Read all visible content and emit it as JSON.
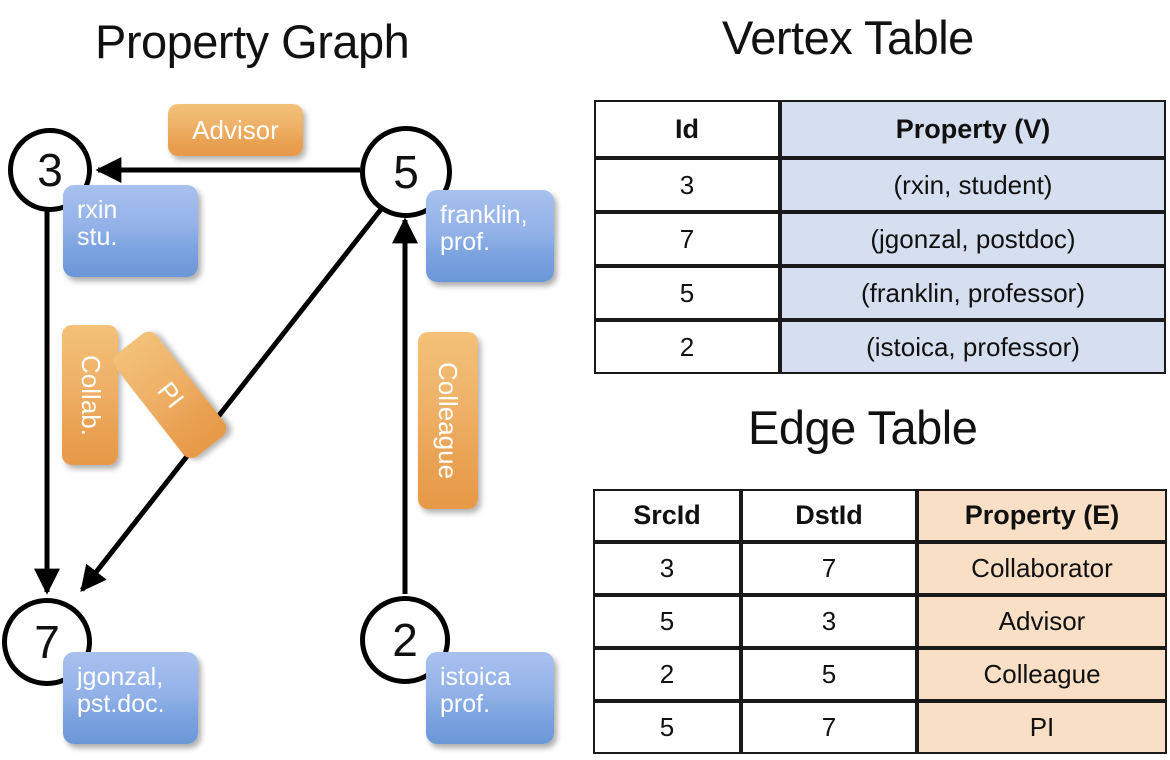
{
  "titles": {
    "property_graph": "Property Graph",
    "vertex_table": "Vertex Table",
    "edge_table": "Edge Table"
  },
  "graph": {
    "nodes": [
      {
        "id": "3",
        "property_lines": [
          "rxin",
          "stu."
        ]
      },
      {
        "id": "5",
        "property_lines": [
          "franklin,",
          "prof."
        ]
      },
      {
        "id": "7",
        "property_lines": [
          "jgonzal,",
          "pst.doc."
        ]
      },
      {
        "id": "2",
        "property_lines": [
          "istoica",
          "prof."
        ]
      }
    ],
    "edge_labels": [
      {
        "name": "advisor",
        "text": "Advisor",
        "orientation": "horizontal"
      },
      {
        "name": "collab",
        "text": "Collab.",
        "orientation": "vertical"
      },
      {
        "name": "pi",
        "text": "PI",
        "orientation": "diagonal"
      },
      {
        "name": "colleague",
        "text": "Colleague",
        "orientation": "vertical"
      }
    ],
    "edges": [
      {
        "from": "5",
        "to": "3",
        "label": "Advisor"
      },
      {
        "from": "3",
        "to": "7",
        "label": "Collab."
      },
      {
        "from": "5",
        "to": "7",
        "label": "PI"
      },
      {
        "from": "2",
        "to": "5",
        "label": "Colleague"
      }
    ]
  },
  "vertex_table": {
    "headers": [
      "Id",
      "Property (V)"
    ],
    "rows": [
      [
        "3",
        "(rxin, student)"
      ],
      [
        "7",
        "(jgonzal, postdoc)"
      ],
      [
        "5",
        "(franklin, professor)"
      ],
      [
        "2",
        "(istoica, professor)"
      ]
    ]
  },
  "edge_table": {
    "headers": [
      "SrcId",
      "DstId",
      "Property (E)"
    ],
    "rows": [
      [
        "3",
        "7",
        "Collaborator"
      ],
      [
        "5",
        "3",
        "Advisor"
      ],
      [
        "2",
        "5",
        "Colleague"
      ],
      [
        "5",
        "7",
        "PI"
      ]
    ]
  },
  "colors": {
    "vertex_property_fill": "#d6dfef",
    "edge_property_fill": "#f8dfc5",
    "node_box_blue": "#7ba3df",
    "edge_label_orange": "#e9a152"
  }
}
